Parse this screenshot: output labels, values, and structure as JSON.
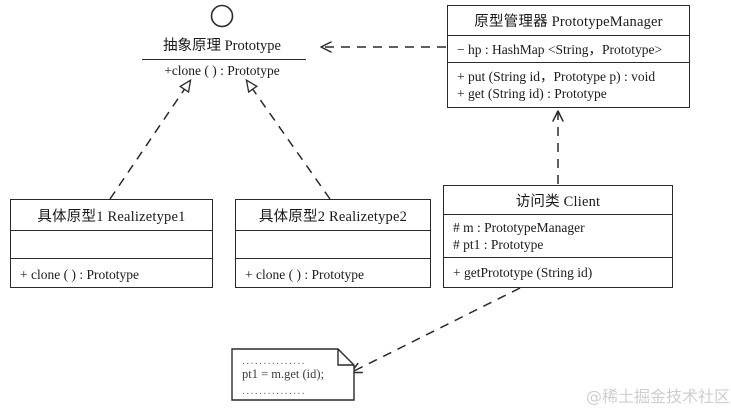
{
  "diagram": {
    "title": "Prototype Pattern UML Class Diagram",
    "stroke_color": "#2a2a2a",
    "background_color": "#ffffff"
  },
  "interface": {
    "name": "抽象原理  Prototype",
    "operation": "+clone ( ) : Prototype",
    "lollipop_icon": "circle-icon"
  },
  "classes": {
    "prototype_manager": {
      "name": "原型管理器  PrototypeManager",
      "attributes": [
        "− hp : HashMap <String，Prototype>"
      ],
      "operations": [
        "+ put (String id，Prototype p) : void",
        "+ get (String id) : Prototype"
      ]
    },
    "realizetype1": {
      "name": "具体原型1  Realizetype1",
      "attributes": [
        ""
      ],
      "operations": [
        "+ clone ( ) : Prototype"
      ]
    },
    "realizetype2": {
      "name": "具体原型2  Realizetype2",
      "attributes": [
        ""
      ],
      "operations": [
        "+ clone ( ) : Prototype"
      ]
    },
    "client": {
      "name": "访问类  Client",
      "attributes": [
        "# m : PrototypeManager",
        "# pt1 : Prototype"
      ],
      "operations": [
        "+ getPrototype (String id)"
      ]
    }
  },
  "note": {
    "line_top": "...............",
    "code": "pt1 = m.get (id);",
    "line_bottom": "..............."
  },
  "relationships": [
    {
      "name": "realization-realizetype1-to-prototype",
      "type": "realization",
      "from": "Realizetype1",
      "to": "Prototype"
    },
    {
      "name": "realization-realizetype2-to-prototype",
      "type": "realization",
      "from": "Realizetype2",
      "to": "Prototype"
    },
    {
      "name": "dependency-manager-to-prototype",
      "type": "dependency",
      "from": "PrototypeManager",
      "to": "Prototype"
    },
    {
      "name": "dependency-client-to-manager",
      "type": "dependency",
      "from": "Client",
      "to": "PrototypeManager"
    },
    {
      "name": "note-anchor-client",
      "type": "note-link",
      "from": "Note",
      "to": "Client"
    }
  ],
  "watermark": {
    "text": "@稀土掘金技术社区"
  }
}
